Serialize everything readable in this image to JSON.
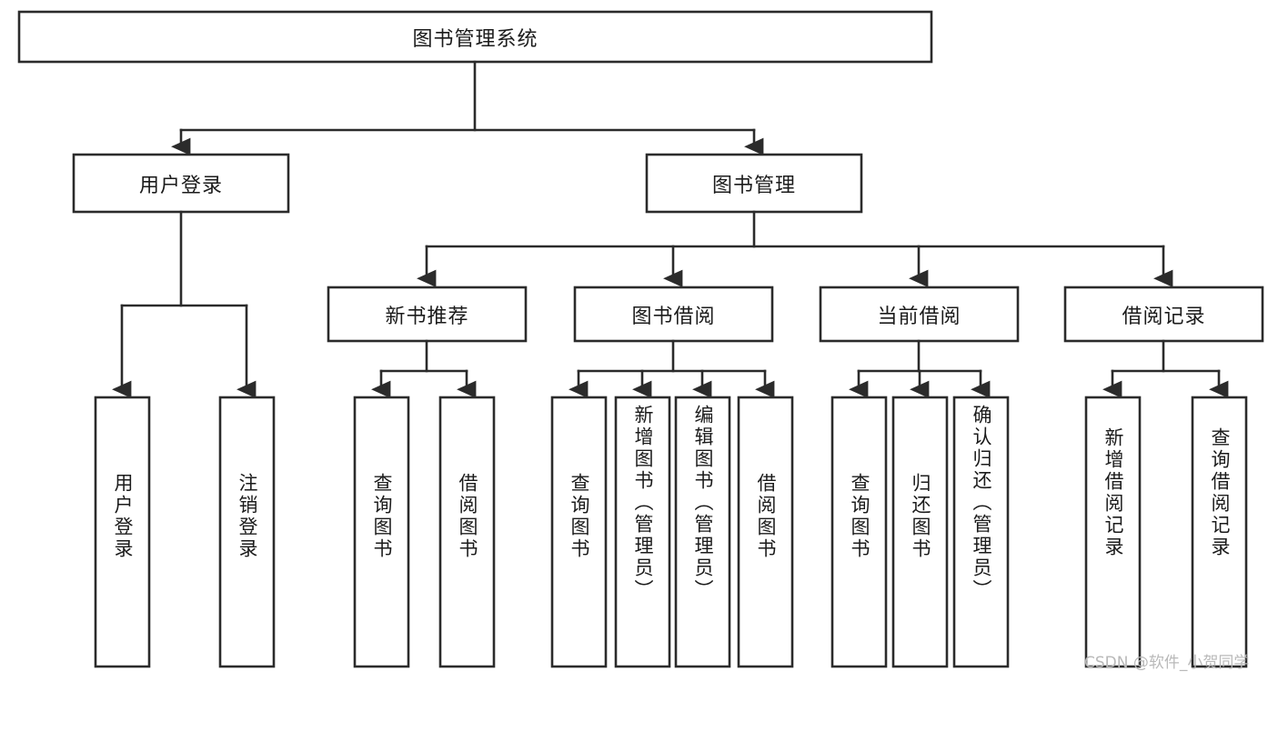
{
  "diagram": {
    "title": "图书管理系统",
    "type": "tree-hierarchy",
    "root": {
      "id": "root",
      "label": "图书管理系统"
    },
    "level2": [
      {
        "id": "user-login",
        "label": "用户登录"
      },
      {
        "id": "book-management",
        "label": "图书管理"
      }
    ],
    "level3": [
      {
        "id": "new-book-recommend",
        "label": "新书推荐",
        "parent": "book-management"
      },
      {
        "id": "book-borrow",
        "label": "图书借阅",
        "parent": "book-management"
      },
      {
        "id": "current-borrow",
        "label": "当前借阅",
        "parent": "book-management"
      },
      {
        "id": "borrow-record",
        "label": "借阅记录",
        "parent": "book-management"
      }
    ],
    "leaves": {
      "user_login": [
        {
          "id": "leaf-user-login",
          "label": "用户登录"
        },
        {
          "id": "leaf-user-logout",
          "label": "注销登录"
        }
      ],
      "new_book_recommend": [
        {
          "id": "leaf-query-book-1",
          "label": "查询图书"
        },
        {
          "id": "leaf-borrow-book-1",
          "label": "借阅图书"
        }
      ],
      "book_borrow": [
        {
          "id": "leaf-query-book-2",
          "label": "查询图书"
        },
        {
          "id": "leaf-add-book",
          "label": "新增图书（管理员）"
        },
        {
          "id": "leaf-edit-book",
          "label": "编辑图书（管理员）"
        },
        {
          "id": "leaf-borrow-book-2",
          "label": "借阅图书"
        }
      ],
      "current_borrow": [
        {
          "id": "leaf-query-book-3",
          "label": "查询图书"
        },
        {
          "id": "leaf-return-book",
          "label": "归还图书"
        },
        {
          "id": "leaf-confirm-return",
          "label": "确认归还（管理员）"
        }
      ],
      "borrow_record": [
        {
          "id": "leaf-add-record",
          "label": "新增借阅记录"
        },
        {
          "id": "leaf-query-record",
          "label": "查询借阅记录"
        }
      ]
    },
    "colors": {
      "stroke": "#2b2b2b",
      "fill": "#ffffff",
      "text": "#1b1b1b",
      "watermark": "#b9b9b9",
      "background": "#ffffff"
    }
  },
  "watermark": {
    "text": "CSDN @软件_小贺同学"
  }
}
